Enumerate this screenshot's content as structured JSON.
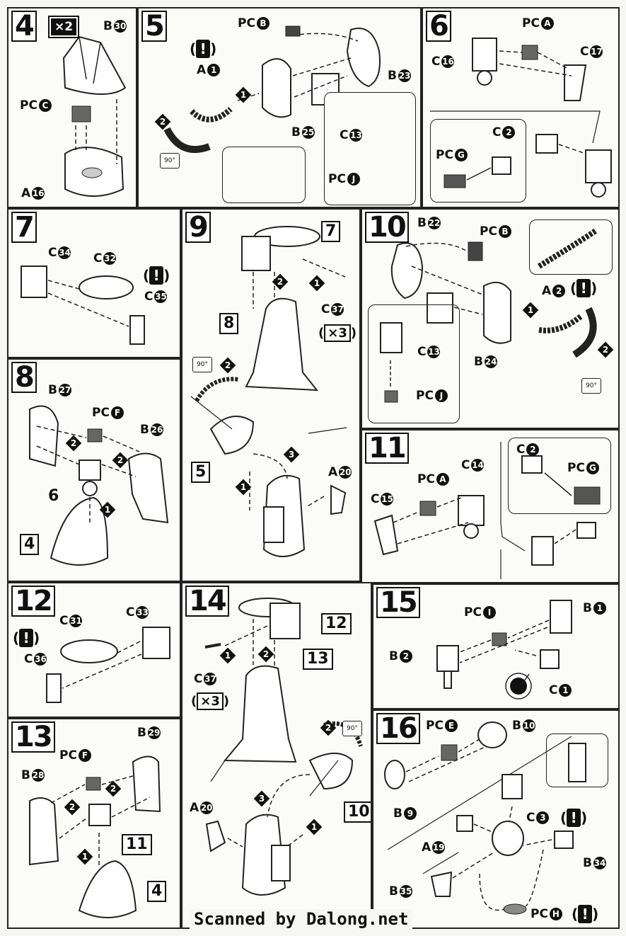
{
  "credit": "Scanned by Dalong.net",
  "multiplier_x2": "×2",
  "multiplier_x3": "×3",
  "excl": "!",
  "rot90": "90°",
  "steps": {
    "s4": {
      "num": "4",
      "labels": {
        "b30": "B",
        "b30n": "30",
        "pcc": "PC",
        "pccn": "C",
        "a16": "A",
        "a16n": "16"
      }
    },
    "s5": {
      "num": "5",
      "labels": {
        "pcb": "PC",
        "pcbn": "B",
        "a1": "A",
        "a1n": "1",
        "b23": "B",
        "b23n": "23",
        "b25": "B",
        "b25n": "25",
        "c13": "C",
        "c13n": "13",
        "pcj": "PC",
        "pcjn": "J"
      }
    },
    "s6": {
      "num": "6",
      "labels": {
        "pca": "PC",
        "pcan": "A",
        "c16": "C",
        "c16n": "16",
        "c17": "C",
        "c17n": "17",
        "c2": "C",
        "c2n": "2",
        "pcg": "PC",
        "pcgn": "G"
      }
    },
    "s7": {
      "num": "7",
      "labels": {
        "c34": "C",
        "c34n": "34",
        "c32": "C",
        "c32n": "32",
        "c35": "C",
        "c35n": "35"
      }
    },
    "s8": {
      "num": "8",
      "labels": {
        "b27": "B",
        "b27n": "27",
        "pcf": "PC",
        "pcfn": "F",
        "b26": "B",
        "b26n": "26",
        "ref6": "6",
        "ref4": "4"
      }
    },
    "s9": {
      "num": "9",
      "labels": {
        "ref7": "7",
        "ref8": "8",
        "c37": "C",
        "c37n": "37",
        "ref5": "5",
        "a20": "A",
        "a20n": "20"
      }
    },
    "s10": {
      "num": "10",
      "labels": {
        "b22": "B",
        "b22n": "22",
        "pcb": "PC",
        "pcbn": "B",
        "a2": "A",
        "a2n": "2",
        "c13": "C",
        "c13n": "13",
        "b24": "B",
        "b24n": "24",
        "pcj": "PC",
        "pcjn": "J"
      }
    },
    "s11": {
      "num": "11",
      "labels": {
        "pca": "PC",
        "pcan": "A",
        "c14": "C",
        "c14n": "14",
        "c15": "C",
        "c15n": "15",
        "c2": "C",
        "c2n": "2",
        "pcg": "PC",
        "pcgn": "G"
      }
    },
    "s12": {
      "num": "12",
      "labels": {
        "c31": "C",
        "c31n": "31",
        "c33": "C",
        "c33n": "33",
        "c36": "C",
        "c36n": "36"
      }
    },
    "s13": {
      "num": "13",
      "labels": {
        "pcf": "PC",
        "pcfn": "F",
        "b29": "B",
        "b29n": "29",
        "b28": "B",
        "b28n": "28",
        "ref11": "11",
        "ref4": "4"
      }
    },
    "s14": {
      "num": "14",
      "labels": {
        "ref12": "12",
        "ref13": "13",
        "c37": "C",
        "c37n": "37",
        "a20": "A",
        "a20n": "20",
        "ref10": "10"
      }
    },
    "s15": {
      "num": "15",
      "labels": {
        "pci": "PC",
        "pcin": "I",
        "b1": "B",
        "b1n": "1",
        "b2": "B",
        "b2n": "2",
        "c1": "C",
        "c1n": "1"
      }
    },
    "s16": {
      "num": "16",
      "labels": {
        "pce": "PC",
        "pcen": "E",
        "b10": "B",
        "b10n": "10",
        "b9": "B",
        "b9n": "9",
        "c3": "C",
        "c3n": "3",
        "a19": "A",
        "a19n": "19",
        "b34": "B",
        "b34n": "34",
        "b35": "B",
        "b35n": "35",
        "pch": "PC",
        "pchn": "H"
      }
    }
  }
}
